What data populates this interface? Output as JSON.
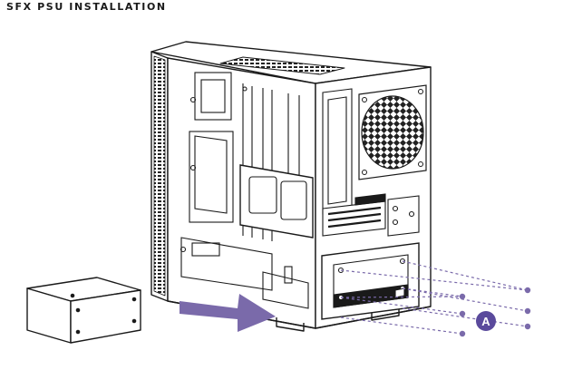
{
  "page": {
    "title": "SFX PSU INSTALLATION"
  },
  "callout": {
    "label": "A",
    "color": "#5a4a9c"
  },
  "colors": {
    "line": "#1a1a1a",
    "arrow": "#7a6aaa",
    "screw_path": "#7a6aaa",
    "fan_mesh": "#222222"
  },
  "icons": [
    "psu-unit",
    "case-chassis",
    "insert-arrow",
    "screw-point",
    "fan-grill"
  ]
}
